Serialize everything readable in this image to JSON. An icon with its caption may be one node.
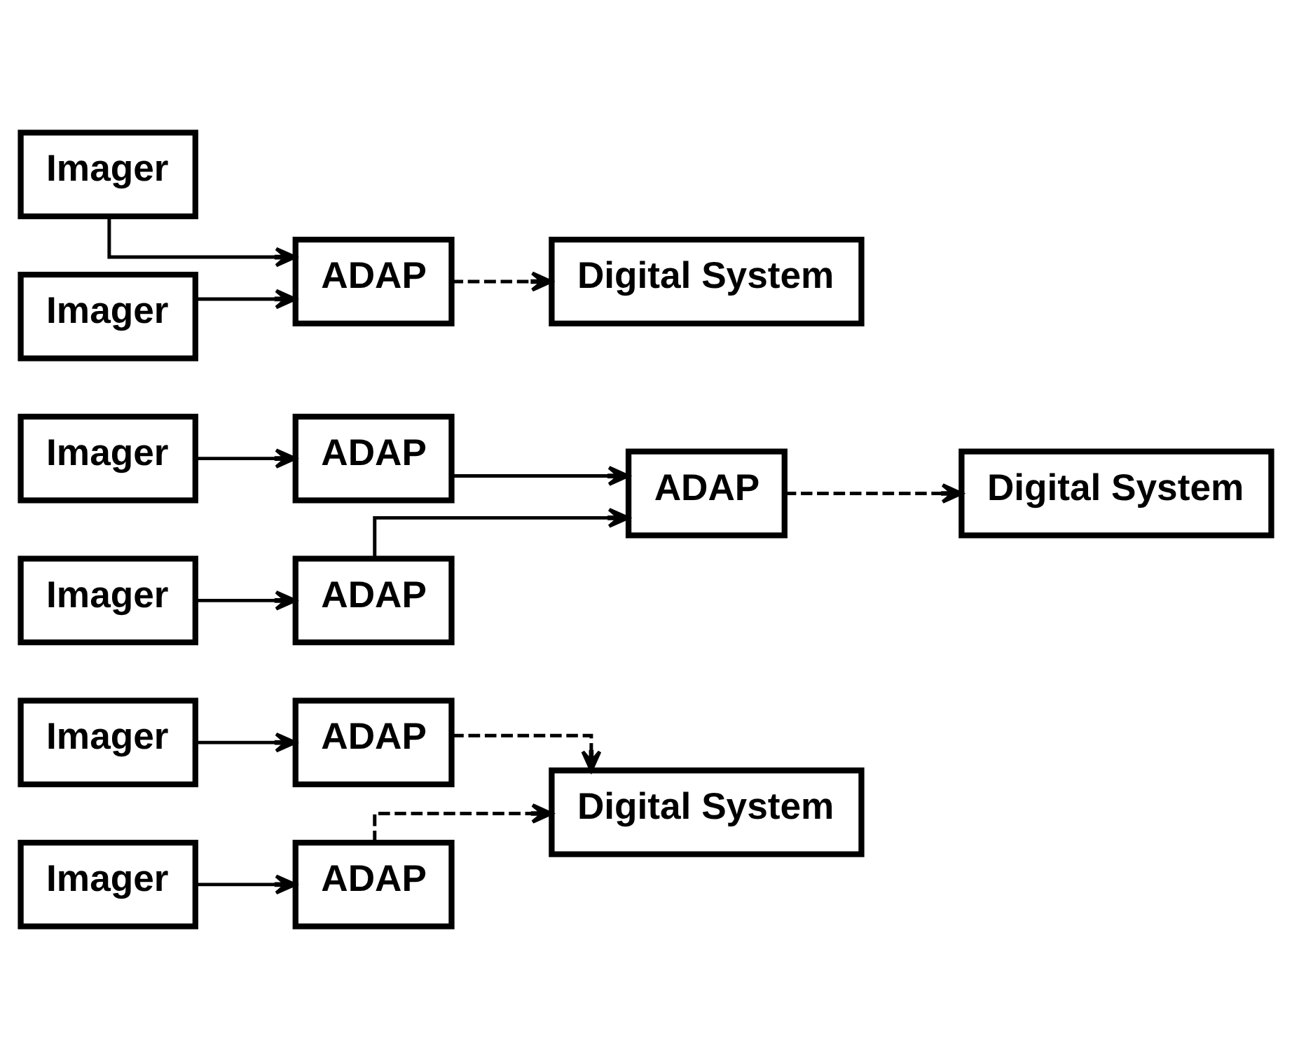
{
  "diagram": {
    "nodes": [
      {
        "text": [
          "Imager"
        ]
      },
      {
        "text": [
          "ADAP"
        ]
      },
      {
        "text": [
          "Digital System"
        ]
      },
      {
        "text": [
          "Imager"
        ]
      },
      {
        "text": [
          "ADAP"
        ]
      },
      {
        "text": [
          "Imager"
        ]
      },
      {
        "text": [
          "ADAP"
        ]
      },
      {
        "text": [
          "ADAP"
        ]
      },
      {
        "text": [
          "Digital System"
        ]
      },
      {
        "text": [
          "Imager"
        ]
      },
      {
        "text": [
          "ADAP"
        ]
      },
      {
        "text": [
          "Imager"
        ]
      },
      {
        "text": [
          "ADAP"
        ]
      },
      {
        "text": [
          "Digital System"
        ]
      },
      {
        "text": [
          "Imager"
        ]
      }
    ],
    "edges": [
      {
        "from": 0,
        "to": 1,
        "arrow": "to"
      },
      {
        "from": 1,
        "to": 2,
        "arrow": "to",
        "style": "dashed"
      },
      {
        "from": 3,
        "to": 4,
        "arrow": "to"
      },
      {
        "from": 4,
        "to": 2,
        "arrow": "to",
        "style": "dashed"
      },
      {
        "from": 5,
        "to": 6,
        "arrow": "to"
      },
      {
        "from": 6,
        "to": 7,
        "arrow": "to"
      },
      {
        "from": 7,
        "to": 8,
        "arrow": "to",
        "style": "dashed"
      },
      {
        "from": 9,
        "to": 10,
        "arrow": "to"
      },
      {
        "from": 10,
        "to": 7,
        "arrow": "to"
      },
      {
        "from": 11,
        "to": 12,
        "arrow": "to"
      },
      {
        "from": 14,
        "to": 12,
        "arrow": "to"
      },
      {
        "from": 12,
        "to": 13,
        "arrow": "to",
        "style": "dashed"
      }
    ]
  }
}
